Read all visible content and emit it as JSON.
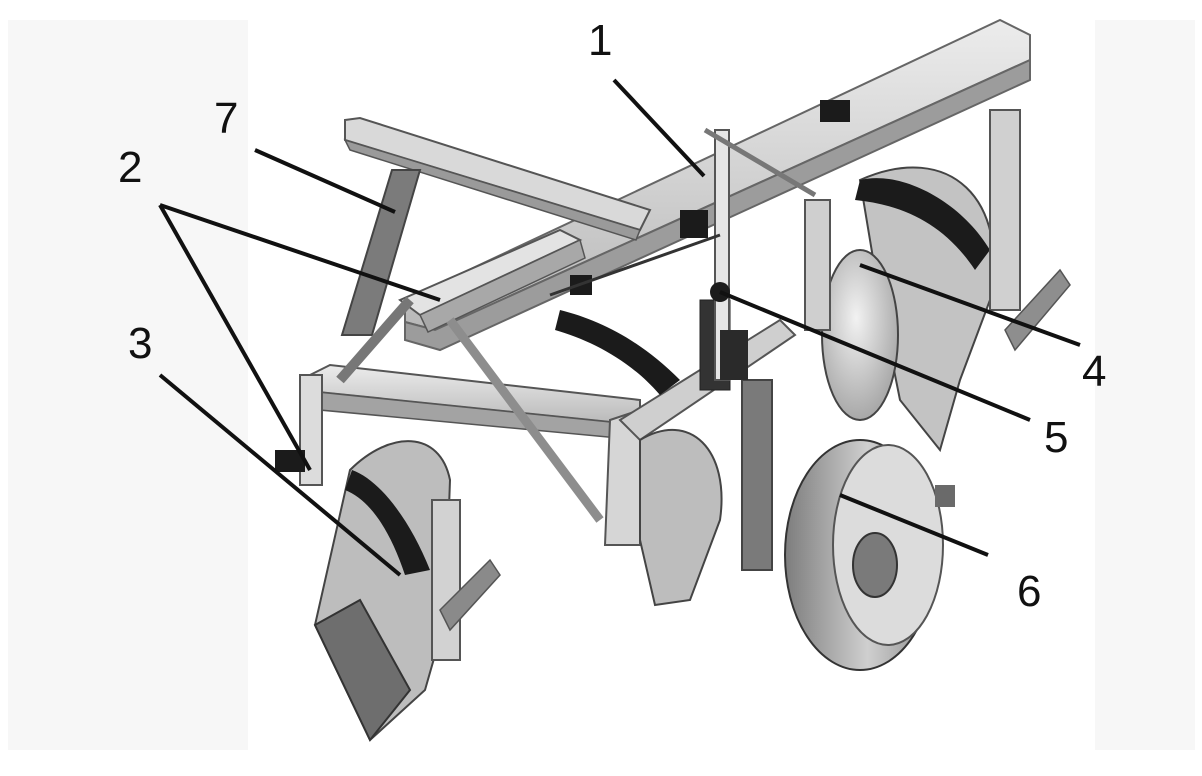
{
  "colors": {
    "frame": "#d7d7d7",
    "frame_shade": "#a9a9a9",
    "dark_part": "#1b1b1b",
    "mid_part": "#8c8c8c",
    "outline": "#555555",
    "leader": "#111111"
  },
  "labels": [
    {
      "id": "1",
      "text": "1"
    },
    {
      "id": "2",
      "text": "2"
    },
    {
      "id": "3",
      "text": "3"
    },
    {
      "id": "4",
      "text": "4"
    },
    {
      "id": "5",
      "text": "5"
    },
    {
      "id": "6",
      "text": "6"
    },
    {
      "id": "7",
      "text": "7"
    }
  ]
}
